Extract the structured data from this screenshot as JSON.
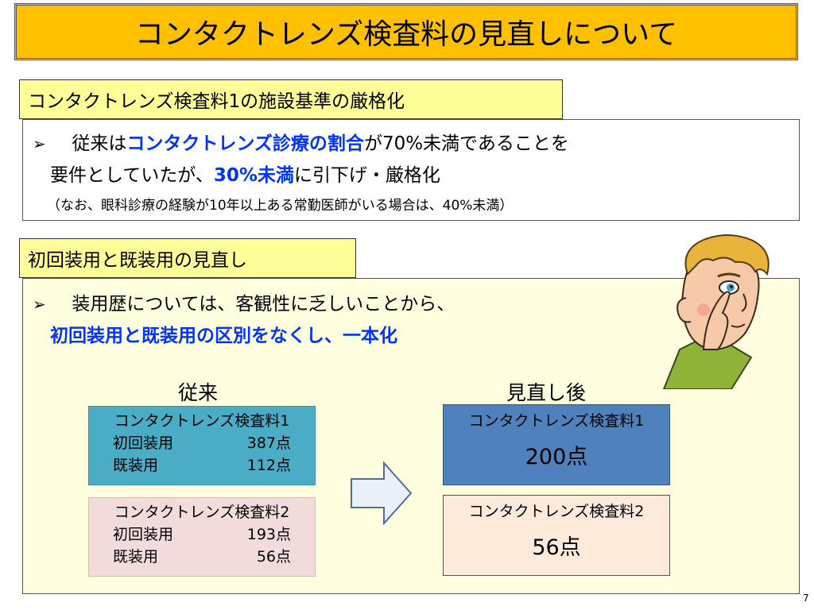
{
  "title": "コンタクトレンズ検査料の見直しについて",
  "section1": {
    "label": "コンタクトレンズ検査料1の施設基準の厳格化",
    "bullet": "➢",
    "line1_pre": "従来は",
    "line1_emph": "コンタクトレンズ診療の割合",
    "line1_post": "が70%未満であることを",
    "line2_pre": "要件としていたが、",
    "line2_emph": "30%未満",
    "line2_post": "に引下げ・厳格化",
    "note": "（なお、眼科診療の経験が10年以上ある常勤医師がいる場合は、40%未満）"
  },
  "section2": {
    "label": "初回装用と既装用の見直し",
    "bullet": "➢",
    "line1": "装用歴については、客観性に乏しいことから、",
    "line2": "初回装用と既装用の区別をなくし、一本化"
  },
  "before": {
    "heading": "従来",
    "box1": {
      "title": "コンタクトレンズ検査料1",
      "rows": [
        {
          "label": "初回装用",
          "value": "387点"
        },
        {
          "label": "既装用",
          "value": "112点"
        }
      ]
    },
    "box2": {
      "title": "コンタクトレンズ検査料2",
      "rows": [
        {
          "label": "初回装用",
          "value": "193点"
        },
        {
          "label": "既装用",
          "value": "56点"
        }
      ]
    }
  },
  "after": {
    "heading": "見直し後",
    "box1": {
      "title": "コンタクトレンズ検査料1",
      "value": "200点"
    },
    "box2": {
      "title": "コンタクトレンズ検査料2",
      "value": "56点"
    }
  },
  "page_number": "7",
  "icons": {
    "arrow": "right-arrow-icon",
    "illustration": "contact-lens-person-illustration"
  },
  "colors": {
    "title_bg": "#ffc000",
    "label_bg": "#ffff99",
    "emphasis": "#0033ff",
    "teal_box": "#4bacc6",
    "pink_box": "#f2dcdb",
    "navy_box": "#4f81bd",
    "peach_box": "#fdeada"
  }
}
